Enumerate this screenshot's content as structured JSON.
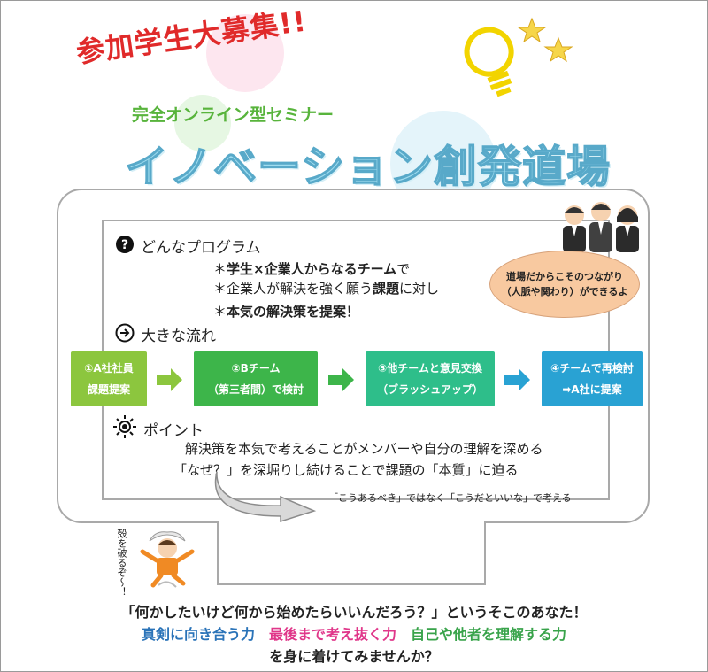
{
  "header": {
    "recruit": "参加学生大募集!!",
    "subtitle": "完全オンライン型セミナー",
    "title": "イノベーション創発道場"
  },
  "program": {
    "label": "どんなプログラム",
    "lines": [
      {
        "pre": "＊",
        "bold": "学生×企業人からなるチーム",
        "post": "で"
      },
      {
        "pre": "＊企業人が解決を強く願う",
        "bold": "課題",
        "post": "に対し"
      },
      {
        "pre": "＊",
        "bold": "本気の解決策を提案！",
        "post": ""
      }
    ]
  },
  "bubble": {
    "line1": "道場だからこそのつながり",
    "line2": "（人脈や関わり）ができるよ"
  },
  "flow": {
    "label": "大きな流れ",
    "steps": [
      {
        "line1": "①A社社員",
        "line2": "課題提案",
        "color": "#8cc63e"
      },
      {
        "line1": "②Bチーム",
        "line2": "（第三者間）で検討",
        "color": "#3db54a"
      },
      {
        "line1": "③他チームと意見交換",
        "line2": "（ブラッシュアップ）",
        "color": "#2ebe8a"
      },
      {
        "line1": "④チームで再検討",
        "line2": "➡A社に提案",
        "color": "#29a2d3"
      }
    ]
  },
  "point": {
    "label": "ポイント",
    "lines": [
      "解決策を本気で考えることがメンバーや自分の理解を深める",
      "「なぜ？」を深堀りし続けることで課題の「本質」に迫る"
    ],
    "think": "「こうあるべき」ではなく「こうだといいな」で考える"
  },
  "character": {
    "speech": "殻を破るぞ〜！"
  },
  "bottom": {
    "line1": "「何かしたいけど何から始めたらいいんだろう？」というそこのあなた！",
    "skills": [
      "真剣に向き合う力",
      "最後まで考え抜く力",
      "自己や他者を理解する力"
    ],
    "line3": "を身に着けてみませんか？"
  },
  "colors": {
    "recruit": "#e02a2a",
    "subtitle": "#58b43c",
    "title": "#9fdcef",
    "skill_blue": "#2a73b8",
    "skill_pink": "#e0378a",
    "skill_green": "#38a34a"
  }
}
